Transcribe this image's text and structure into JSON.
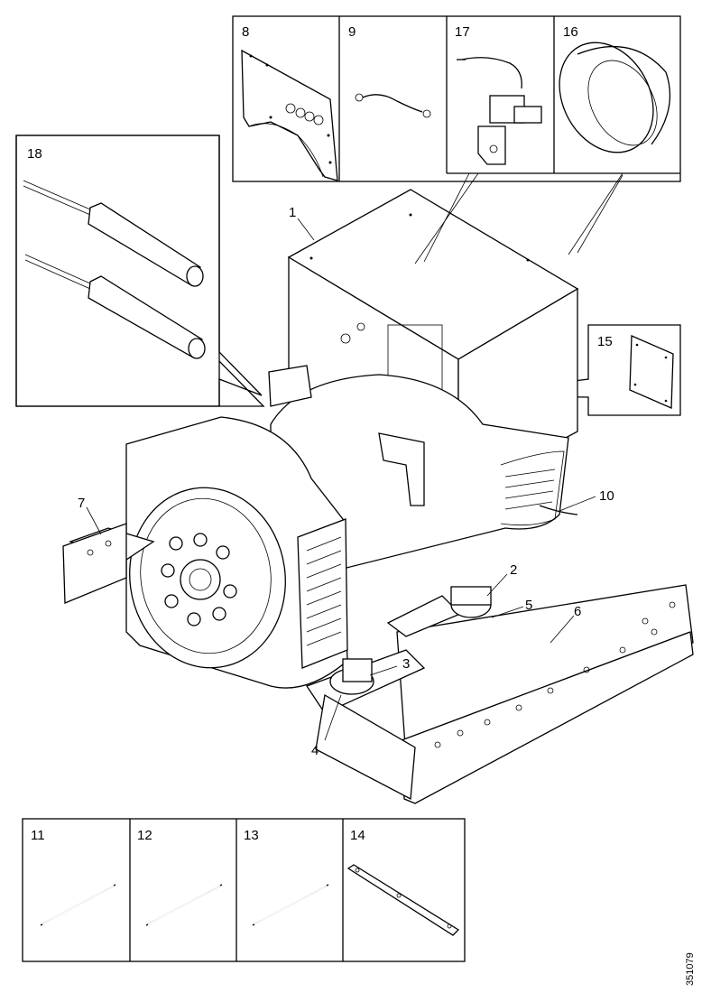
{
  "callouts": {
    "c1": "1",
    "c2": "2",
    "c3": "3",
    "c4": "4",
    "c5": "5",
    "c6": "6",
    "c7": "7",
    "c10": "10"
  },
  "boxes": {
    "b8": "8",
    "b9": "9",
    "b17": "17",
    "b16": "16",
    "b18": "18",
    "b15": "15",
    "b11": "11",
    "b12": "12",
    "b13": "13",
    "b14": "14"
  },
  "figure_id": "351079"
}
